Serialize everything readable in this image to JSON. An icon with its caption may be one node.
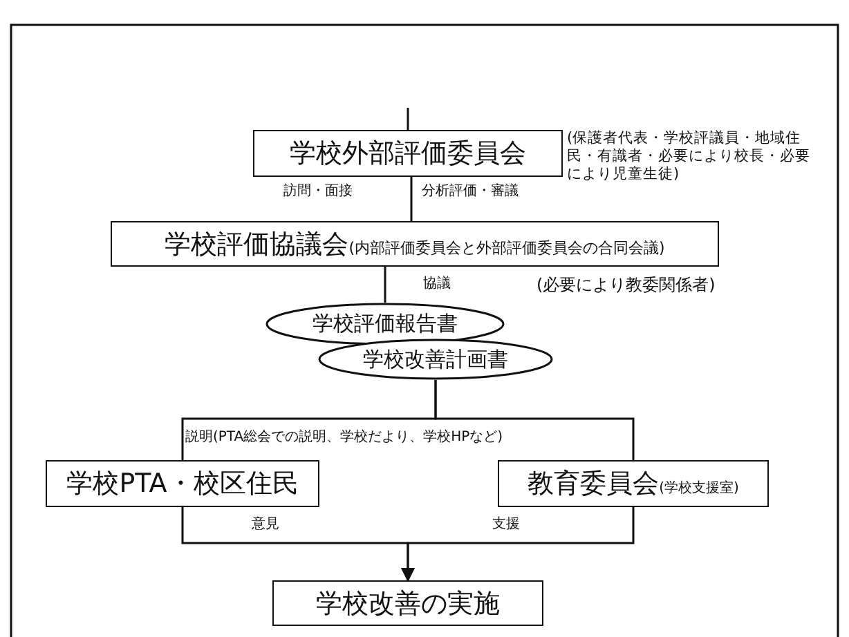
{
  "diagram": {
    "nodes": [
      {
        "text": [
          "学校外部評価委員会"
        ],
        "beside": [
          "(保護者代表・学校評議員・地域住民・有識者・必要により校長・必要により児童生徒)"
        ]
      },
      {
        "text": [
          "学校評価協議会",
          "(内部評価委員会と外部評価委員会の合同会議)"
        ]
      },
      {
        "text": [
          "学校評価報告書"
        ]
      },
      {
        "text": [
          "学校改善計画書"
        ]
      },
      {
        "text": [
          "学校PTA・校区住民"
        ]
      },
      {
        "text": [
          "教育委員会",
          "(学校支援室)"
        ]
      },
      {
        "text": [
          "学校改善の実施"
        ]
      }
    ],
    "edges": [
      {
        "from": null,
        "to": 0,
        "arrow": "none"
      },
      {
        "from": 0,
        "to": 1,
        "arrow": "none"
      },
      {
        "from": 1,
        "to": 2,
        "arrow": "none",
        "label": "協議"
      },
      {
        "from": 3,
        "to": 4,
        "arrow": "none",
        "label": "説明(PTA総会での説明、学校だより、学校HPなど)"
      },
      {
        "from": 3,
        "to": 5,
        "arrow": "none"
      },
      {
        "from": 4,
        "to": 6,
        "arrow": "to",
        "label": "意見"
      },
      {
        "from": 5,
        "to": 6,
        "arrow": "to",
        "label": "支援"
      }
    ],
    "labels": [
      "訪問・面接",
      "分析評価・審議",
      "(必要により教委関係者)"
    ]
  }
}
